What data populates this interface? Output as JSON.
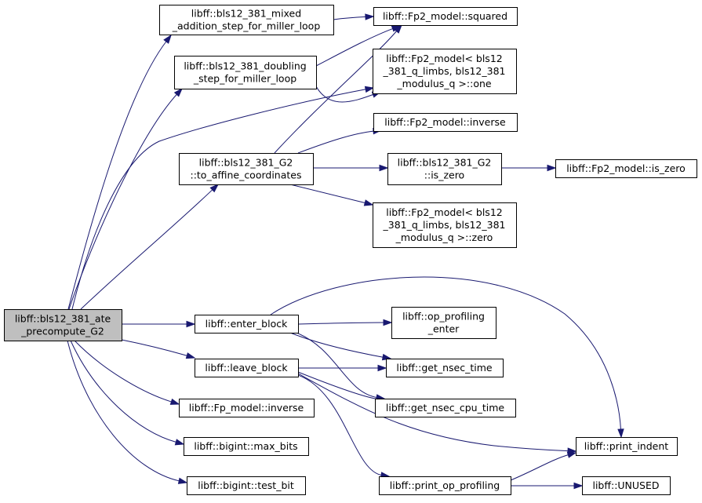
{
  "graph": {
    "nodes": {
      "root": [
        "libff::bls12_381_ate",
        "_precompute_G2"
      ],
      "mixed_add": [
        "libff::bls12_381_mixed",
        "_addition_step_for_miller_loop"
      ],
      "doubling": [
        "libff::bls12_381_doubling",
        "_step_for_miller_loop"
      ],
      "to_affine": [
        "libff::bls12_381_G2",
        "::to_affine_coordinates"
      ],
      "enter_block": [
        "libff::enter_block"
      ],
      "leave_block": [
        "libff::leave_block"
      ],
      "fp_inverse": [
        "libff::Fp_model::inverse"
      ],
      "max_bits": [
        "libff::bigint::max_bits"
      ],
      "test_bit": [
        "libff::bigint::test_bit"
      ],
      "fp2_squared": [
        "libff::Fp2_model::squared"
      ],
      "fp2_one": [
        "libff::Fp2_model< bls12",
        "_381_q_limbs, bls12_381",
        "_modulus_q >::one"
      ],
      "fp2_inverse": [
        "libff::Fp2_model::inverse"
      ],
      "g2_is_zero": [
        "libff::bls12_381_G2",
        "::is_zero"
      ],
      "fp2_zero": [
        "libff::Fp2_model< bls12",
        "_381_q_limbs, bls12_381",
        "_modulus_q >::zero"
      ],
      "fp2_is_zero": [
        "libff::Fp2_model::is_zero"
      ],
      "op_prof_enter": [
        "libff::op_profiling",
        "_enter"
      ],
      "nsec_time": [
        "libff::get_nsec_time"
      ],
      "nsec_cpu_time": [
        "libff::get_nsec_cpu_time"
      ],
      "print_indent": [
        "libff::print_indent"
      ],
      "print_op_prof": [
        "libff::print_op_profiling"
      ],
      "unused": [
        "libff::UNUSED"
      ]
    },
    "edges": [
      [
        "root",
        "mixed_add"
      ],
      [
        "root",
        "doubling"
      ],
      [
        "root",
        "fp2_one"
      ],
      [
        "root",
        "to_affine"
      ],
      [
        "root",
        "enter_block"
      ],
      [
        "root",
        "leave_block"
      ],
      [
        "root",
        "fp_inverse"
      ],
      [
        "root",
        "max_bits"
      ],
      [
        "root",
        "test_bit"
      ],
      [
        "mixed_add",
        "fp2_squared"
      ],
      [
        "doubling",
        "fp2_squared"
      ],
      [
        "doubling",
        "fp2_one"
      ],
      [
        "to_affine",
        "fp2_squared"
      ],
      [
        "to_affine",
        "fp2_inverse"
      ],
      [
        "to_affine",
        "g2_is_zero"
      ],
      [
        "to_affine",
        "fp2_zero"
      ],
      [
        "g2_is_zero",
        "fp2_is_zero"
      ],
      [
        "enter_block",
        "print_indent"
      ],
      [
        "enter_block",
        "op_prof_enter"
      ],
      [
        "enter_block",
        "nsec_time"
      ],
      [
        "enter_block",
        "nsec_cpu_time"
      ],
      [
        "leave_block",
        "nsec_time"
      ],
      [
        "leave_block",
        "nsec_cpu_time"
      ],
      [
        "leave_block",
        "print_indent"
      ],
      [
        "leave_block",
        "print_op_prof"
      ],
      [
        "print_op_prof",
        "print_indent"
      ],
      [
        "print_op_prof",
        "unused"
      ]
    ]
  }
}
